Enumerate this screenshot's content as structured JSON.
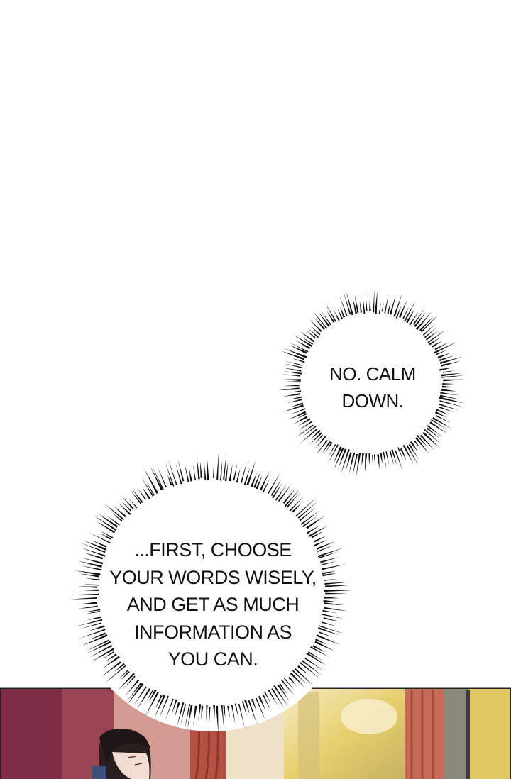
{
  "panels": {
    "top": {
      "background": "#ffffff"
    },
    "bottom": {
      "description_colors": {
        "wall_left": "#a04a5c",
        "curtain": "#b85a4a",
        "window_light": "#e8d68a",
        "hair": "#2a1f1f",
        "shirt": "#f4ede4"
      }
    }
  },
  "bubbles": [
    {
      "lines": [
        "NO. CALM",
        "DOWN."
      ],
      "style": "burst"
    },
    {
      "lines": [
        "...FIRST, CHOOSE",
        "YOUR WORDS WISELY,",
        "AND GET AS MUCH",
        "INFORMATION AS",
        "YOU CAN."
      ],
      "style": "burst"
    }
  ]
}
